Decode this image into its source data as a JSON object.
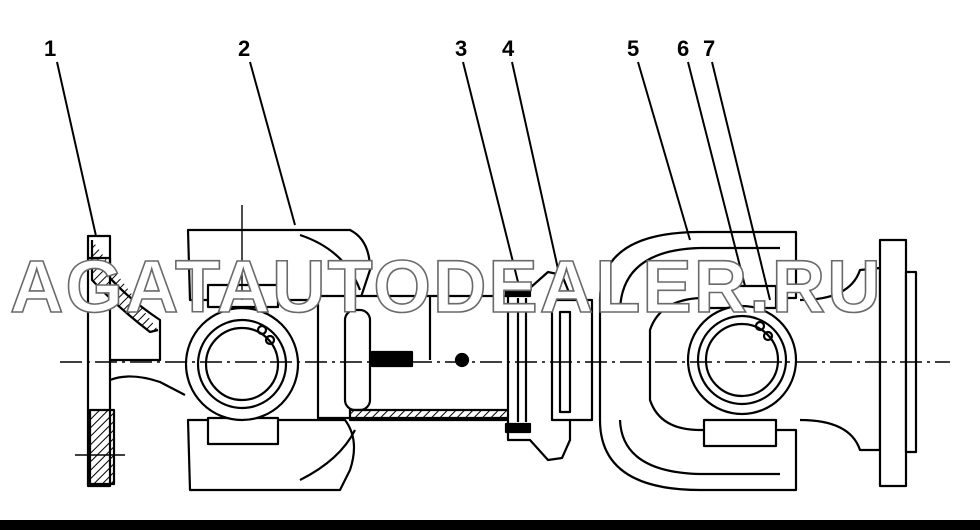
{
  "diagram": {
    "callouts": [
      "1",
      "2",
      "3",
      "4",
      "5",
      "6",
      "7"
    ],
    "watermark": "AGATAUTODEALER.RU"
  }
}
